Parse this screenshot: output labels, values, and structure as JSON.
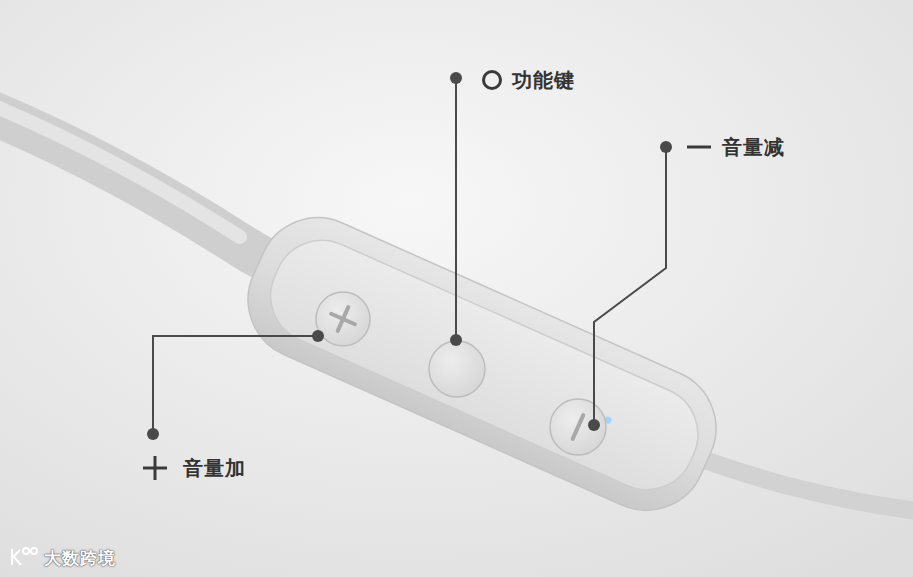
{
  "diagram": {
    "labels": [
      "功能键",
      "音量减",
      "音量加",
      "大数跨境"
    ]
  }
}
